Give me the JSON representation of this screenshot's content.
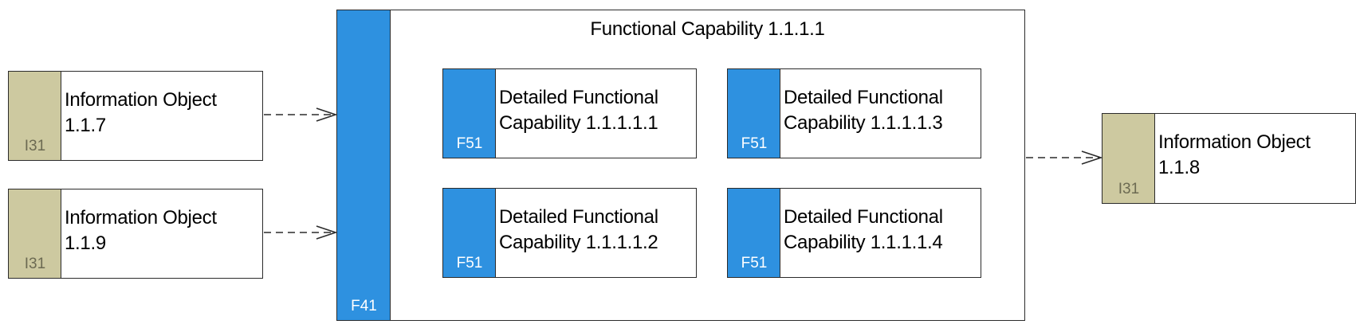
{
  "container": {
    "title": "Functional Capability 1.1.1.1",
    "code": "F41"
  },
  "info_objects": [
    {
      "id": "io-117",
      "code": "I31",
      "line1": "Information Object",
      "line2": "1.1.7"
    },
    {
      "id": "io-119",
      "code": "I31",
      "line1": "Information Object",
      "line2": "1.1.9"
    },
    {
      "id": "io-118",
      "code": "I31",
      "line1": "Information Object",
      "line2": "1.1.8"
    }
  ],
  "detailed_capabilities": [
    {
      "code": "F51",
      "line1": "Detailed Functional",
      "line2": "Capability 1.1.1.1.1"
    },
    {
      "code": "F51",
      "line1": "Detailed Functional",
      "line2": "Capability 1.1.1.1.2"
    },
    {
      "code": "F51",
      "line1": "Detailed Functional",
      "line2": "Capability 1.1.1.1.3"
    },
    {
      "code": "F51",
      "line1": "Detailed Functional",
      "line2": "Capability 1.1.1.1.4"
    }
  ],
  "colors": {
    "information_object": "#cdc9a0",
    "functional_capability": "#2e91e0",
    "border": "#2b2b2b"
  },
  "edges": [
    {
      "from": "Information Object 1.1.7",
      "to": "Functional Capability 1.1.1.1",
      "style": "dashed"
    },
    {
      "from": "Information Object 1.1.9",
      "to": "Functional Capability 1.1.1.1",
      "style": "dashed"
    },
    {
      "from": "Functional Capability 1.1.1.1",
      "to": "Information Object 1.1.8",
      "style": "dashed"
    }
  ]
}
